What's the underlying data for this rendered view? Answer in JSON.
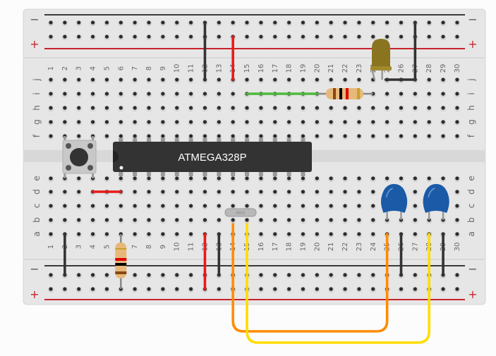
{
  "breadboard": {
    "columns": 30,
    "top_rows": [
      "j",
      "i",
      "h",
      "g",
      "f"
    ],
    "bottom_rows": [
      "e",
      "d",
      "c",
      "b",
      "a"
    ],
    "rail_minus_label": "−",
    "rail_plus_label": "+",
    "colors": {
      "board": "#e6e6e6",
      "hole": "#2b2b2b",
      "rail_minus_line": "#3a3a3a",
      "rail_plus_line": "#c8232c",
      "plus_sign": "#c8232c",
      "minus_sign": "#555555"
    }
  },
  "components": {
    "microcontroller": {
      "label": "ATMEGA328P",
      "color": "#333333",
      "columns": [
        6,
        19
      ],
      "pins_per_side": 14
    },
    "push_button": {
      "name": "pushbutton",
      "columns": [
        2,
        4
      ]
    },
    "crystal": {
      "label": "MHz",
      "columns": [
        14,
        15
      ],
      "row": "b"
    },
    "led": {
      "color": "#8a7420",
      "columns": [
        24,
        25
      ],
      "row": "j"
    },
    "resistor_top": {
      "bands": [
        "#8b4513",
        "#000000",
        "#e00000",
        "#c8a02a"
      ],
      "columns": [
        20,
        24
      ],
      "row": "i"
    },
    "resistor_bottom": {
      "bands": [
        "#c8a02a",
        "#e00000",
        "#000000",
        "#8b4513"
      ],
      "column": 6
    },
    "capacitors": [
      {
        "color": "#1b5aa6",
        "columns": [
          25,
          26
        ]
      },
      {
        "color": "#1b5aa6",
        "columns": [
          28,
          29
        ]
      }
    ]
  },
  "wires": [
    {
      "name": "gnd-top-col12",
      "color": "#333333",
      "from": "top-minus:12",
      "to": "j:12"
    },
    {
      "name": "vcc-top-col14",
      "color": "#e81b1b",
      "from": "top-plus:14",
      "to": "j:14"
    },
    {
      "name": "green-i15-i20",
      "color": "#4cbb3a",
      "from": "i:15",
      "to": "i:20"
    },
    {
      "name": "led-gnd",
      "color": "#333333",
      "from": "j:25",
      "to": "top-minus:27"
    },
    {
      "name": "red-d4-d6",
      "color": "#e81b1b",
      "from": "d:4",
      "to": "d:6"
    },
    {
      "name": "gnd-bottom-col2",
      "color": "#333333",
      "from": "a:2",
      "to": "bottom-minus:2"
    },
    {
      "name": "vcc-bottom-col12",
      "color": "#e81b1b",
      "from": "a:12",
      "to": "bottom-plus:12"
    },
    {
      "name": "gnd-bottom-col13",
      "color": "#333333",
      "from": "a:13",
      "to": "bottom-minus:13"
    },
    {
      "name": "orange-xtal-cap",
      "color": "#ff8c00",
      "from": "b:14",
      "to": "a:25"
    },
    {
      "name": "yellow-xtal-cap",
      "color": "#ffdd00",
      "from": "b:15",
      "to": "a:28"
    },
    {
      "name": "gnd-bottom-col26",
      "color": "#333333",
      "from": "a:26",
      "to": "bottom-minus:26"
    },
    {
      "name": "gnd-bottom-col29",
      "color": "#333333",
      "from": "a:29",
      "to": "bottom-minus:29"
    }
  ]
}
